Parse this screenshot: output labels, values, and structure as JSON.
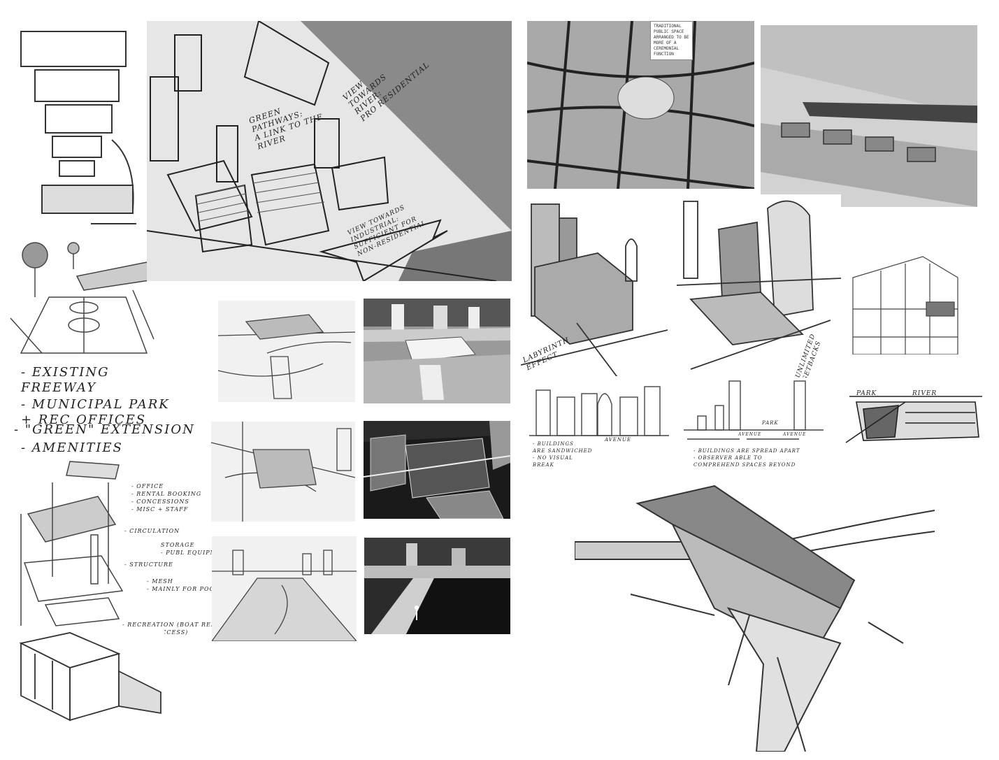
{
  "notes": {
    "green_pathways": "GREEN\nPATHWAYS:\nA LINK TO THE\nRIVER",
    "view_river": "VIEW\nTOWARDS\nRIVER:\nPRO RESIDENTIAL",
    "view_industrial": "VIEW TOWARDS\nINDUSTRIAL:\nSUFFICIENT FOR\nNON-RESIDENTIAL",
    "traditional_park": "TRADITIONAL\nPUBLIC SPACE\nARRANGED TO BE\nMORE OF A\nCEREMONIAL\nFUNCTION",
    "existing": "- EXISTING\n  FREEWAY",
    "municipal": "- MUNICIPAL PARK\n  + REC OFFICES",
    "green_ext": "- \"GREEN\" EXTENSION",
    "amenities": "- AMENITIES",
    "office": "- OFFICE\n  - RENTAL BOOKING\n  - CONCESSIONS\n  - MISC + STAFF",
    "circulation": "- CIRCULATION",
    "storage": "STORAGE\n - PUBL EQUIPMENT",
    "structure": "- STRUCTURE",
    "mesh": "- MESH\n - MAINLY FOR POOL",
    "recreation": "- RECREATION (BOAT RENTAL)\n  (LOCKER ACCESS)",
    "labyrinth": "LABYRINTH\nEFFECT",
    "unlimited": "UNLIMITED\nSETBACKS",
    "avenue1": "AVENUE",
    "sandwiched": "- BUILDINGS\n  ARE SANDWICHED\n  - NO VISUAL\n    BREAK",
    "park": "PARK",
    "avenue2": "AVENUE",
    "avenue3": "AVENUE",
    "spread": "- BUILDINGS ARE SPREAD APART\n  - OBSERVER ABLE TO\n    COMPREHEND SPACES BEYOND",
    "park_arrow": "PARK",
    "river_arrow": "RIVER"
  },
  "colors": {
    "ink": "#222222",
    "paper": "#e6e6e6",
    "render": "#2b2b2b"
  }
}
